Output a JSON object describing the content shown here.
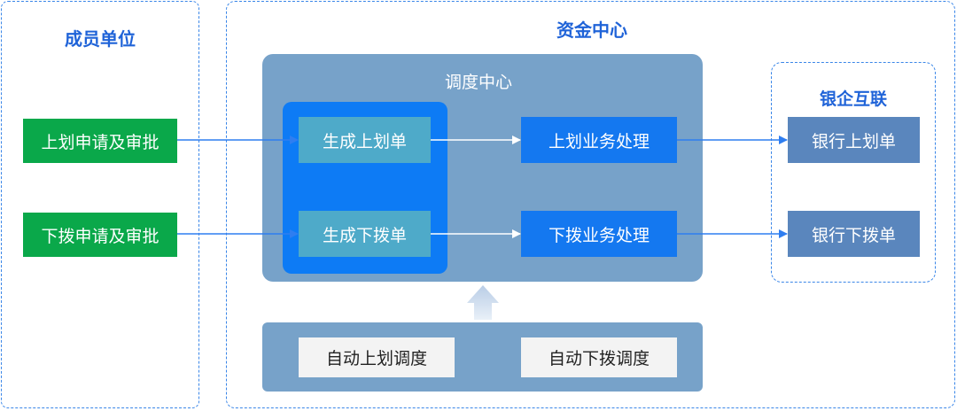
{
  "member_units": {
    "title": "成员单位",
    "upward_request": "上划申请及审批",
    "downward_request": "下拨申请及审批"
  },
  "fund_center": {
    "title": "资金中心",
    "dispatch_center": {
      "title": "调度中心",
      "generate_upward": "生成上划单",
      "generate_downward": "生成下拨单",
      "upward_processing": "上划业务处理",
      "downward_processing": "下拨业务处理"
    },
    "auto_upward": "自动上划调度",
    "auto_downward": "自动下拨调度"
  },
  "bank_link": {
    "title": "银企互联",
    "bank_upward": "银行上划单",
    "bank_downward": "银行下拨单"
  },
  "colors": {
    "accent": "#1f63d8",
    "member_box": "#0aa84a",
    "dispatch_panel": "#77a2c9",
    "dispatch_inner": "#0d7bf5",
    "generate_box": "#4eaac9",
    "process_box": "#1478f0",
    "bank_box": "#5a86bd"
  }
}
